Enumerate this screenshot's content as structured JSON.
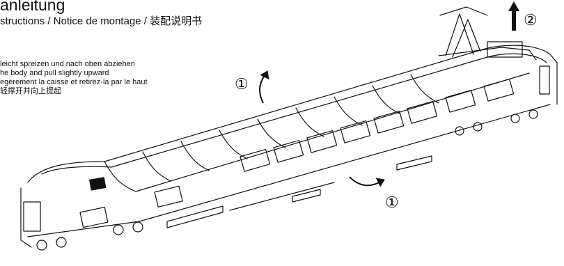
{
  "header": {
    "title": "anleitung",
    "subtitle": "structions / Notice de montage / 装配说明书"
  },
  "instructions": [
    "leicht spreizen und nach oben abziehen",
    "he body and pull slightly upward",
    "egèrement la caisse et retirez-la par le haut",
    "轻撑开并向上提起"
  ],
  "callouts": {
    "step1_top": "①",
    "step2": "②",
    "step1_bottom": "①"
  }
}
